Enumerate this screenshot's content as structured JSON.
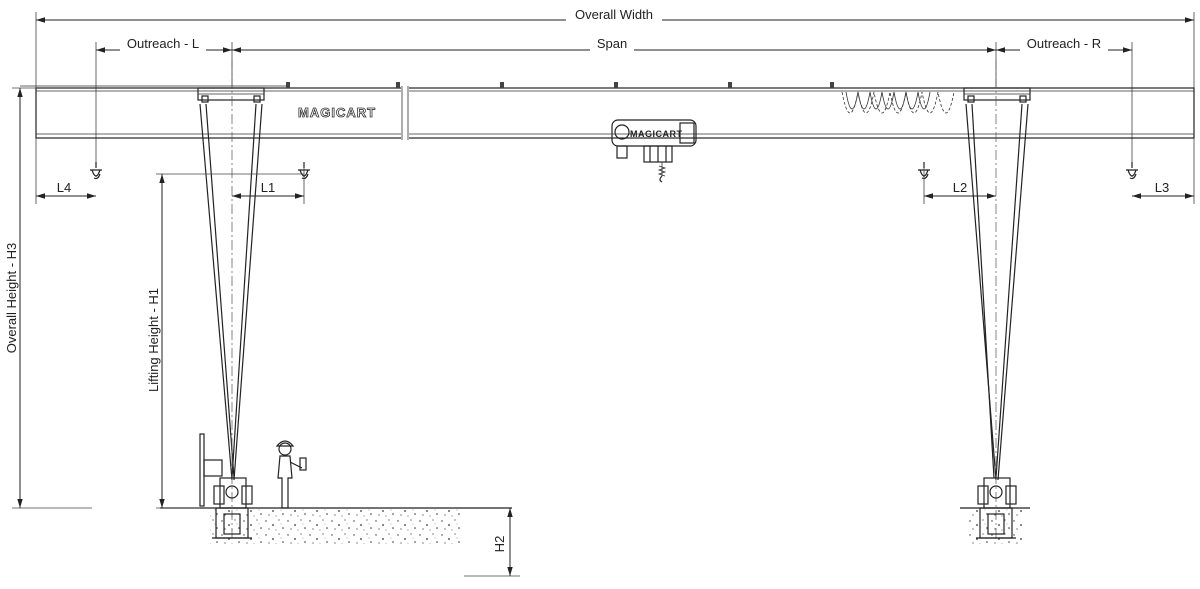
{
  "labels": {
    "overall_width": "Overall Width",
    "outreach_l": "Outreach - L",
    "span": "Span",
    "outreach_r": "Outreach - R",
    "l4": "L4",
    "l1": "L1",
    "l2": "L2",
    "l3": "L3",
    "overall_height": "Overall Height - H3",
    "lifting_height": "Lifting Height - H1",
    "h2": "H2"
  },
  "brand": {
    "beam_logo": "MAGICART",
    "hoist_logo": "MAGICART"
  },
  "colors": {
    "line": "#222222",
    "background": "#ffffff"
  }
}
